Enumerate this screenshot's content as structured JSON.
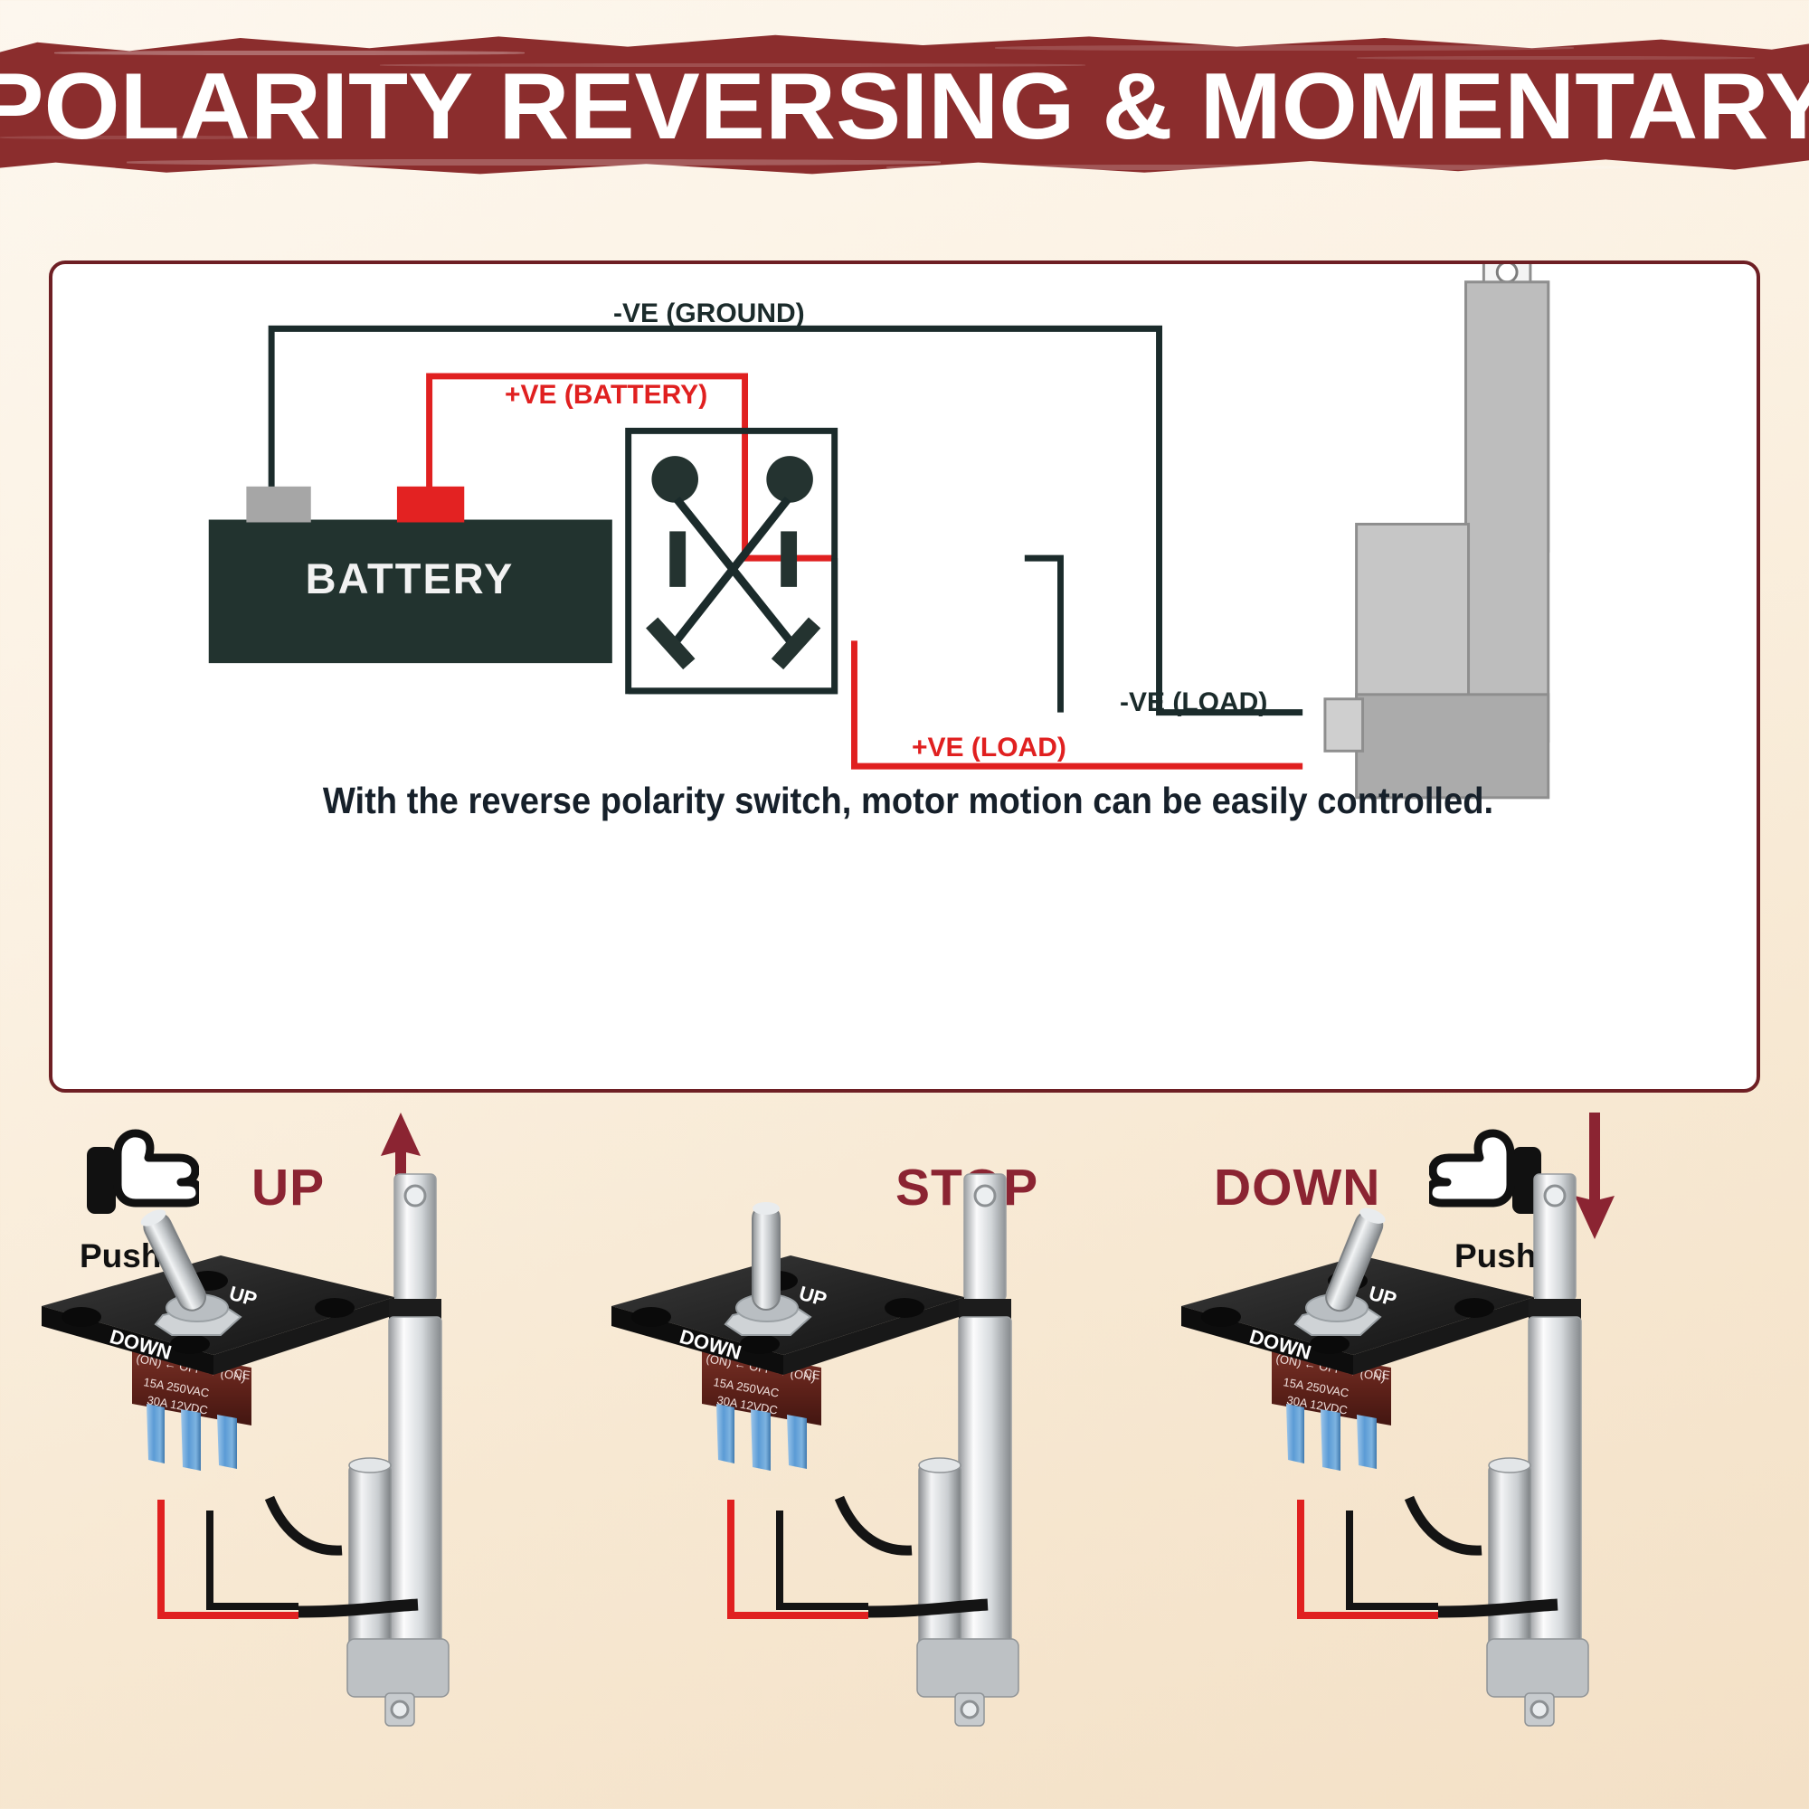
{
  "banner": {
    "title": "POLARITY REVERSING & MOMENTARY",
    "bg_color": "#8B2D2D",
    "text_color": "#FFFFFF"
  },
  "diagram": {
    "labels": {
      "ground": "-VE (GROUND)",
      "battery_positive": "+VE (BATTERY)",
      "load_negative": "-VE (LOAD)",
      "load_positive": "+VE (LOAD)"
    },
    "battery_label": "BATTERY",
    "caption": "With the reverse polarity switch, motor motion can be easily controlled.",
    "colors": {
      "positive_wire": "#e02020",
      "negative_wire": "#1b2b2b",
      "battery_body": "#22332F",
      "battery_pos_terminal": "#E32222",
      "battery_neg_terminal": "#A6A6A6",
      "actuator_body": "#B8B8B8",
      "card_border": "#6E1F24"
    }
  },
  "panels": [
    {
      "state": "UP",
      "push_label": "Push",
      "has_hand": true,
      "hand_direction": "right",
      "arrow_direction": "up",
      "toggle_position": "left",
      "rod_extension": "extended",
      "switch_body": {
        "line1": "(ON)",
        "line2": "OFF",
        "line3": "(ON)",
        "rating_ac": "15A 250VAC",
        "rating_dc": "30A 12VDC",
        "cert": "CE"
      },
      "plate_labels": {
        "up": "UP",
        "down": "DOWN"
      }
    },
    {
      "state": "STOP",
      "push_label": "",
      "has_hand": false,
      "hand_direction": "",
      "arrow_direction": "none",
      "toggle_position": "center",
      "rod_extension": "extended",
      "switch_body": {
        "line1": "(ON)",
        "line2": "OFF",
        "line3": "(ON)",
        "rating_ac": "15A 250VAC",
        "rating_dc": "30A 12VDC",
        "cert": "CE"
      },
      "plate_labels": {
        "up": "UP",
        "down": "DOWN"
      }
    },
    {
      "state": "DOWN",
      "push_label": "Push",
      "has_hand": true,
      "hand_direction": "left",
      "arrow_direction": "down",
      "toggle_position": "right",
      "rod_extension": "extended",
      "switch_body": {
        "line1": "(ON)",
        "line2": "OFF",
        "line3": "(ON)",
        "rating_ac": "15A 250VAC",
        "rating_dc": "30A 12VDC",
        "cert": "CE"
      },
      "plate_labels": {
        "up": "UP",
        "down": "DOWN"
      }
    }
  ],
  "theme": {
    "accent": "#8B2432",
    "background_top": "#FDF7EE",
    "background_bottom": "#F3E0C6"
  }
}
